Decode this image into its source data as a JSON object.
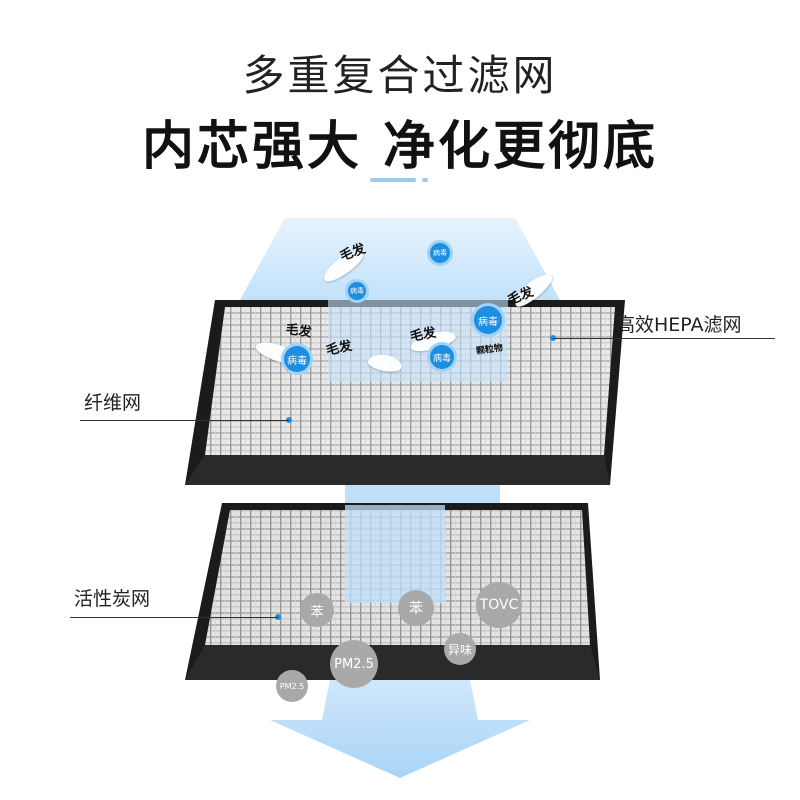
{
  "header": {
    "subtitle": "多重复合过滤网",
    "title": "内芯强大 净化更彻底"
  },
  "callouts": {
    "hepa": "高效HEPA滤网",
    "fiber": "纤维网",
    "carbon": "活性炭网"
  },
  "contaminants": {
    "hair_1": "毛发",
    "hair_2": "毛发",
    "hair_3": "毛发",
    "hair_4": "毛发",
    "hair_5": "毛发",
    "virus_1": "病毒",
    "virus_2": "病毒",
    "virus_3": "病毒",
    "virus_4": "病毒",
    "virus_5": "病毒",
    "particles": "颗粒物"
  },
  "pollutants": {
    "benzene_1": "苯",
    "benzene_2": "苯",
    "tovc": "TOVC",
    "odor": "异味",
    "pm25_large": "PM2.5",
    "pm25_small": "PM2.5"
  },
  "colors": {
    "accent_blue": "#1e8ee0",
    "airflow_blue": "#bfe0fa",
    "frame_black": "#1b1b1b",
    "particle_gray": "#a9a9a9"
  }
}
